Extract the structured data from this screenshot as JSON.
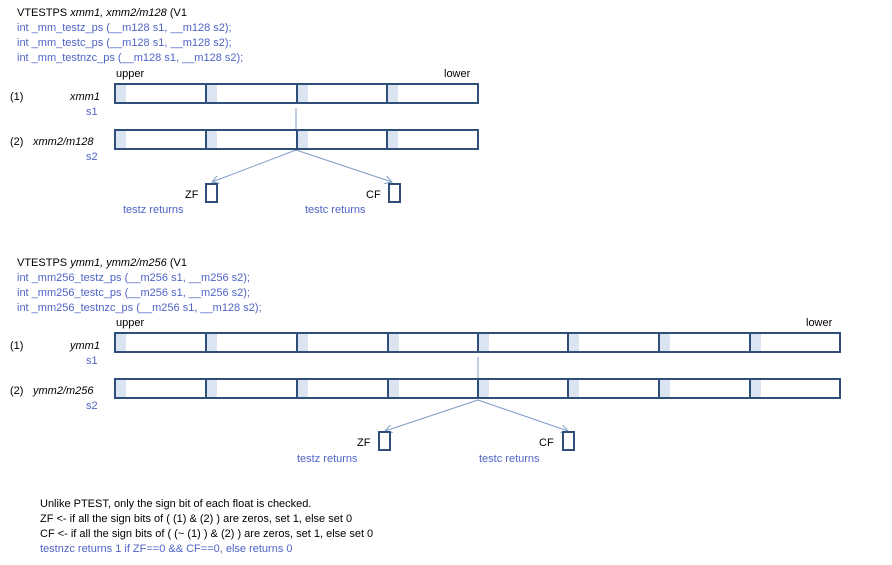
{
  "section128": {
    "title_prefix": "VTESTPS ",
    "title_operands": "xmm1, xmm2/m128",
    "title_suffix": "  (V1",
    "intrinsics": [
      "int _mm_testz_ps  (__m128 s1, __m128 s2);",
      "int _mm_testc_ps  (__m128 s1, __m128 s2);",
      "int _mm_testnzc_ps  (__m128 s1, __m128 s2);"
    ],
    "upper": "upper",
    "lower": "lower",
    "reg1_index": "(1)",
    "reg1_name": "xmm1",
    "reg1_sub": "s1",
    "reg2_index": "(2)",
    "reg2_name": "xmm2/m128",
    "reg2_sub": "s2",
    "zf": "ZF",
    "cf": "CF",
    "testz_returns": "testz returns",
    "testc_returns": "testc returns"
  },
  "section256": {
    "title_prefix": "VTESTPS ",
    "title_operands": "ymm1, ymm2/m256",
    "title_suffix": "  (V1",
    "intrinsics": [
      "int _mm256_testz_ps  (__m256 s1, __m256 s2);",
      "int _mm256_testc_ps  (__m256 s1, __m256 s2);",
      "int _mm256_testnzc_ps  (__m256 s1, __m128 s2);"
    ],
    "upper": "upper",
    "lower": "lower",
    "reg1_index": "(1)",
    "reg1_name": "ymm1",
    "reg1_sub": "s1",
    "reg2_index": "(2)",
    "reg2_name": "ymm2/m256",
    "reg2_sub": "s2",
    "zf": "ZF",
    "cf": "CF",
    "testz_returns": "testz returns",
    "testc_returns": "testc returns"
  },
  "notes": [
    "Unlike PTEST,   only the sign bit of each float is checked.",
    "ZF  <-   if all the sign bits of ( (1) & (2) ) are zeros,  set 1,  else set 0",
    "CF  <-  if all the sign bits of ( (~ (1) ) & (2) )  are zeros,  set 1, else set 0",
    "testnzc returns 1 if ZF==0  && CF==0,  else returns 0"
  ],
  "colors": {
    "register_border": "#2f4e7a",
    "sign_bit_fill": "#dbe5f1",
    "connector_line": "#7f9cc5",
    "intrinsic_text": "#4f64c6"
  }
}
